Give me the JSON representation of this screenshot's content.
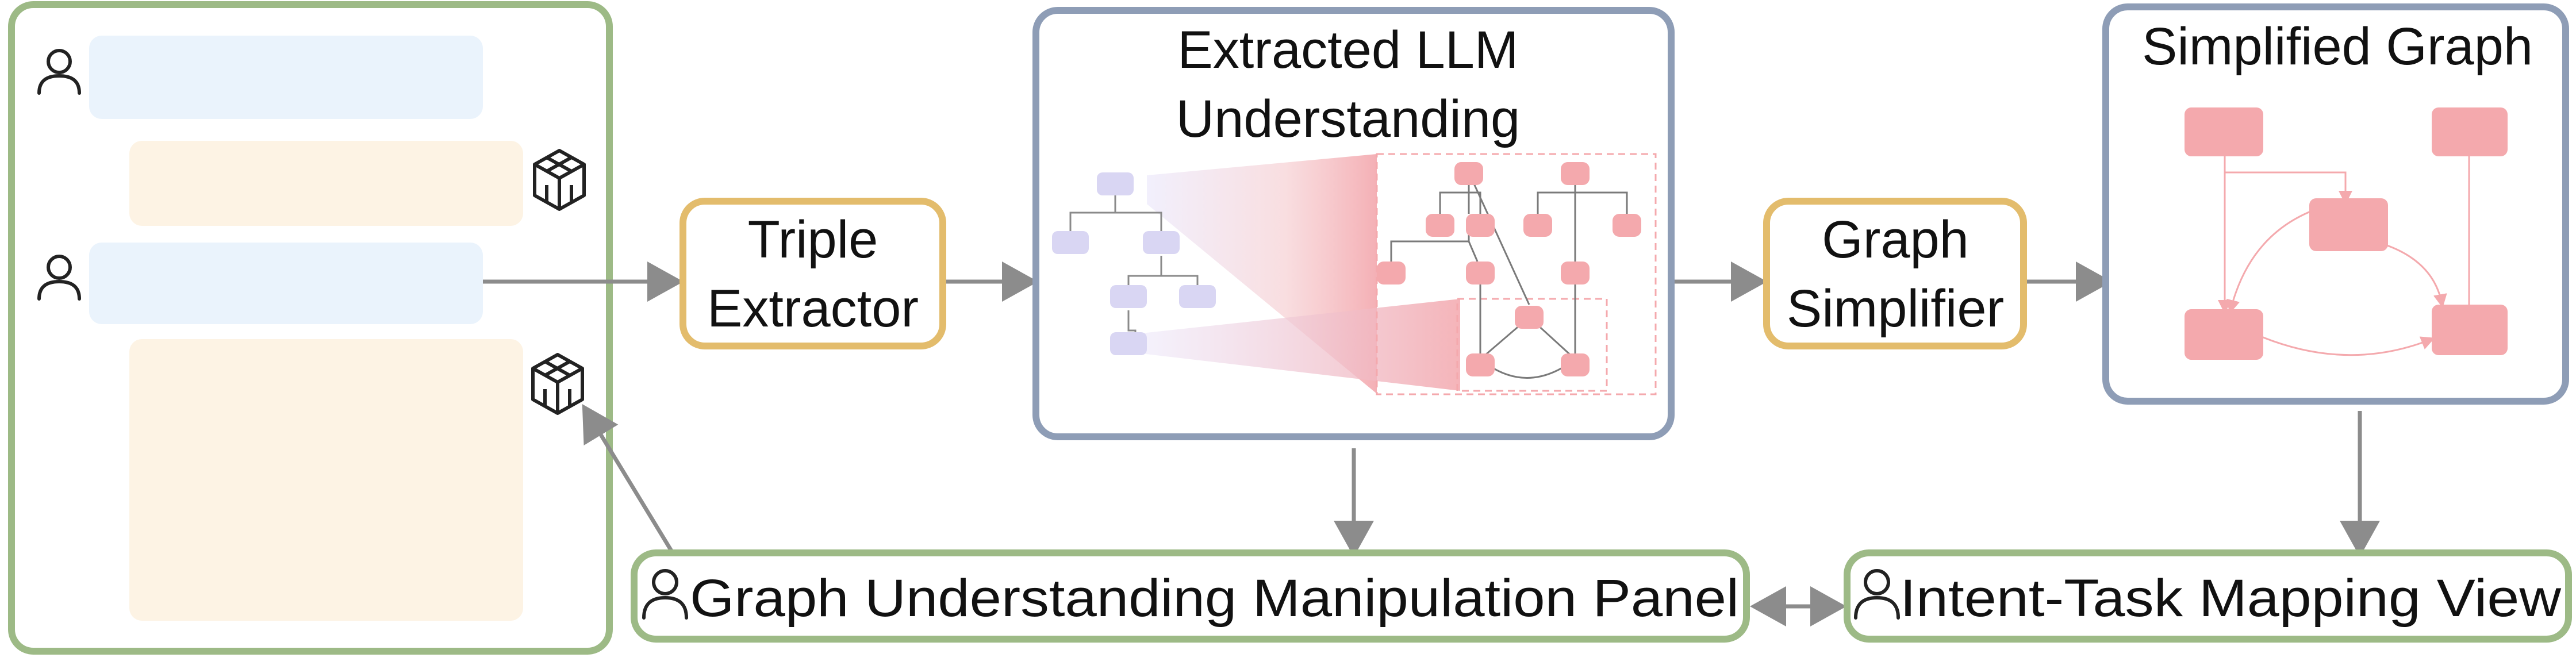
{
  "nodes": {
    "triple_extractor": {
      "line1": "Triple",
      "line2": "Extractor"
    },
    "extracted": {
      "line1": "Extracted LLM",
      "line2": "Understanding"
    },
    "graph_simplifier": {
      "line1": "Graph",
      "line2": "Simplifier"
    },
    "simplified_graph": {
      "title": "Simplified Graph"
    },
    "manipulation_panel": {
      "label": "Graph Understanding Manipulation Panel"
    },
    "mapping_view": {
      "label": "Intent-Task Mapping View"
    }
  },
  "colors": {
    "green_border": "#9dba86",
    "gold_border": "#e3bc6c",
    "blue_border": "#8e9db6",
    "arrow": "#8c8c8c",
    "user_bubble": "#eaf3fc",
    "llm_bubble": "#fdf3e4",
    "lavender_node": "#d9d6f3",
    "pink_node": "#f4a9ad"
  },
  "icons": [
    "user-icon",
    "llm-cube-icon"
  ]
}
